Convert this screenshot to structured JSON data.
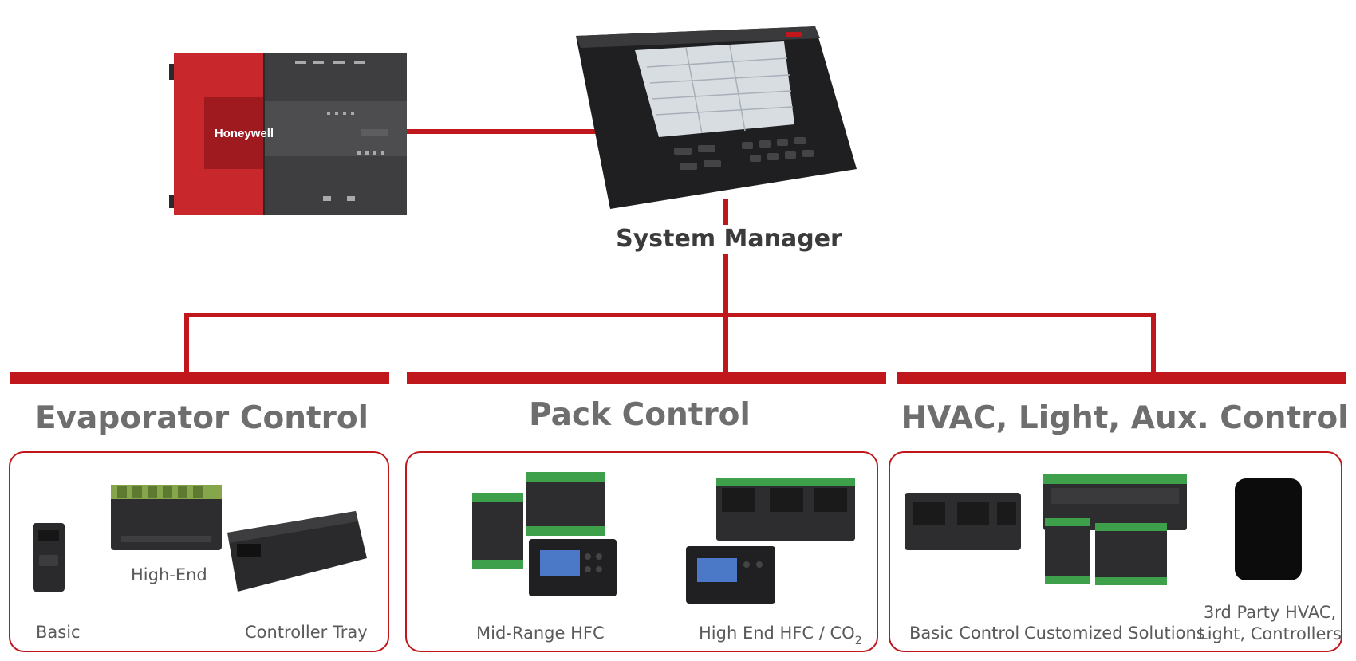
{
  "colors": {
    "connector": "#c0171c",
    "panel_border": "#c0171c",
    "section_title": "#6e6e6e",
    "label": "#5a5a5a"
  },
  "supervisor": {
    "brand": "Honeywell"
  },
  "system_manager": {
    "label": "System Manager"
  },
  "sections": [
    {
      "title": "Evaporator Control",
      "items": [
        {
          "label": "Basic"
        },
        {
          "label": "High-End"
        },
        {
          "label": "Controller Tray"
        }
      ]
    },
    {
      "title": "Pack Control",
      "items": [
        {
          "label": "Mid-Range HFC"
        },
        {
          "label": "High End HFC / CO",
          "subscript": "2"
        }
      ]
    },
    {
      "title": "HVAC, Light, Aux. Control",
      "items": [
        {
          "label": "Basic Control"
        },
        {
          "label": "Customized Solutions"
        },
        {
          "label_line1": "3rd Party HVAC,",
          "label_line2": "Light, Controllers"
        }
      ]
    }
  ]
}
